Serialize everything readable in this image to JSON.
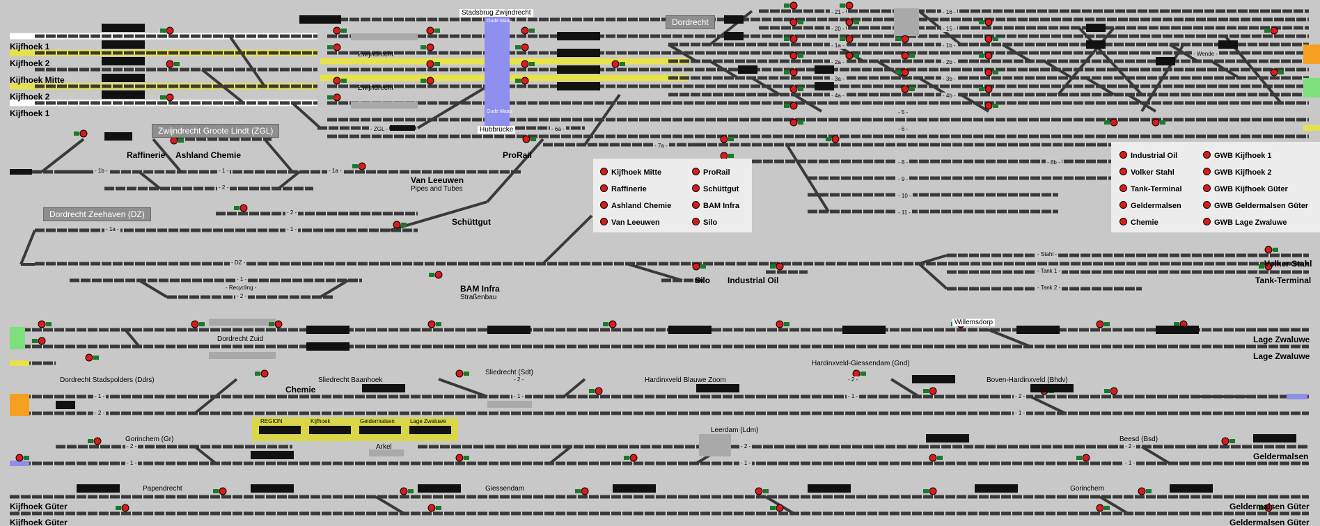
{
  "areas": {
    "dordrecht": "Dordrecht",
    "zgl": "Zwijndrecht Groote Lindt (ZGL)",
    "dz": "Dordrecht Zeehaven (DZ)"
  },
  "headers": {
    "stadsbrug": "Stadsbrug Zwijndrecht",
    "oude_maas_top": "Oude Maas",
    "oude_maas_bottom": "Oude Maas",
    "hubbruecke": "Hubbrücke"
  },
  "destinations": {
    "kijfhoek1a": "Kijfhoek 1",
    "kijfhoek2a": "Kijfhoek 2",
    "kijfhoek_mitte": "Kijfhoek Mitte",
    "kijfhoek2b": "Kijfhoek 2",
    "kijfhoek1b": "Kijfhoek 1",
    "raffinerie": "Raffinerie",
    "ashland": "Ashland Chemie",
    "van_leeuwen": "Van Leeuwen",
    "pipes": "Pipes and Tubes",
    "schuttgut": "Schüttgut",
    "prorail": "ProRail",
    "bam_infra": "BAM Infra",
    "strassenbau": "Straßenbau",
    "silo": "Silo",
    "industrial_oil": "Industrial Oil",
    "volker_stahl": "Volker Stahl",
    "tank_terminal": "Tank-Terminal",
    "lage_zwaluwe1": "Lage Zwaluwe",
    "lage_zwaluwe2": "Lage Zwaluwe",
    "chemie": "Chemie",
    "geldermalsen": "Geldermalsen",
    "kijfhoek_guter1": "Kijfhoek Güter",
    "kijfhoek_guter2": "Kijfhoek Güter",
    "geldermalsen_guter1": "Geldermalsen Güter",
    "geldermalsen_guter2": "Geldermalsen Güter"
  },
  "stations": {
    "zwijndrecht1": "Zwijndrecht",
    "zwijndrecht2": "Zwijndrecht",
    "dordrecht_zuid": "Dordrecht Zuid",
    "willemsdorp": "Willemsdorp",
    "dordrecht_stadspolders": "Dordrecht Stadspolders (Ddrs)",
    "sliedrecht_baanhoek": "Sliedrecht Baanhoek",
    "sliedrecht": "Sliedrecht (Sdt)",
    "hardinxveld_blauwe_zoom": "Hardinxveld Blauwe Zoom",
    "hardinxveld_giessendam": "Hardinxveld-Giessendam (Gnd)",
    "boven_hardinxveld": "Boven-Hardinxveld (Bhdv)",
    "gorinchem_gr": "Gorinchem (Gr)",
    "leerdam": "Leerdam (Ldm)",
    "beesd": "Beesd (Bsd)",
    "arkel": "Arkel",
    "papendrecht": "Papendrecht",
    "giessendam": "Giessendam",
    "gorinchem": "Gorinchem"
  },
  "track_labels": {
    "t21": "- 21 -",
    "t20": "- 20 -",
    "t1a": "- 1a -",
    "t2a": "- 2a -",
    "t3a": "- 3a -",
    "t4a": "- 4a -",
    "t16": "- 16 -",
    "t15": "- 15 -",
    "t1b": "- 1b -",
    "t2b": "- 2b -",
    "t3b": "- 3b -",
    "t4b": "- 4b -",
    "t5": "- 5 -",
    "t6": "- 6 -",
    "t7a": "- 7a -",
    "t8": "- 8 -",
    "t8b": "- 8b -",
    "t9": "- 9 -",
    "t10": "- 10 -",
    "t11": "- 11 -",
    "t6a": "- 6a -",
    "zgl_track": "- ZGL -",
    "wende": "- Wende -",
    "zgl1b": "- 1b -",
    "zgl1": "- 1 -",
    "zgl2": "- 2 -",
    "zgl1a": "- 1a -",
    "dz1a": "- 1a -",
    "dz2": "- 2 -",
    "dz1": "- 1 -",
    "dz": "- DZ -",
    "dz_1": "- 1 -",
    "recycling": "- Recycling -",
    "dz_2": "- 2 -",
    "stahl": "- Stahl -",
    "tank1": "- Tank 1 -",
    "tank2": "- Tank 2 -",
    "ddrs1": "- 1 -",
    "ddrs2": "- 2 -",
    "sdt2": "- 2 -",
    "sdt1": "- 1 -",
    "gnd2": "- 2 -",
    "gnd1": "- 1 -",
    "bhdv2": "- 2 -",
    "bhdv1": "- 1 -",
    "gr2": "- 2 -",
    "gr1": "- 1 -",
    "ldm2": "- 2 -",
    "ldm1": "- 1 -",
    "bsd2": "- 2 -",
    "bsd1": "- 1 -"
  },
  "legend_left": [
    "Kijfhoek Mitte",
    "Raffinerie",
    "Ashland Chemie",
    "Van Leeuwen",
    "ProRail",
    "Schüttgut",
    "BAM Infra",
    "Silo"
  ],
  "legend_right": [
    "Industrial Oil",
    "Volker Stahl",
    "Tank-Terminal",
    "Geldermalsen",
    "Chemie",
    "GWB Kijfhoek 1",
    "GWB Kijfhoek 2",
    "GWB Kijfhoek Güter",
    "GWB Geldermalsen Güter",
    "GWB Lage Zwaluwe"
  ],
  "region_panel": {
    "region": "REGION",
    "kijfhoek": "Kijfhoek",
    "geldermalsen": "Geldermalsen",
    "lage_zwaluwe": "Lage Zwaluwe"
  },
  "colors": {
    "background": "#c8c8c8",
    "track": "#3a3a3a",
    "route_white": "#ffffff",
    "route_yellow": "#e8e24a",
    "bridge_blue": "#8f8ff0",
    "signal_red": "#d81b1b",
    "signal_green": "#1a7a2a",
    "exit_green": "#7de07d",
    "exit_orange": "#f5a021",
    "exit_blue": "#9090e8",
    "display_black": "#111111",
    "area_grey": "#8e8e8e"
  }
}
